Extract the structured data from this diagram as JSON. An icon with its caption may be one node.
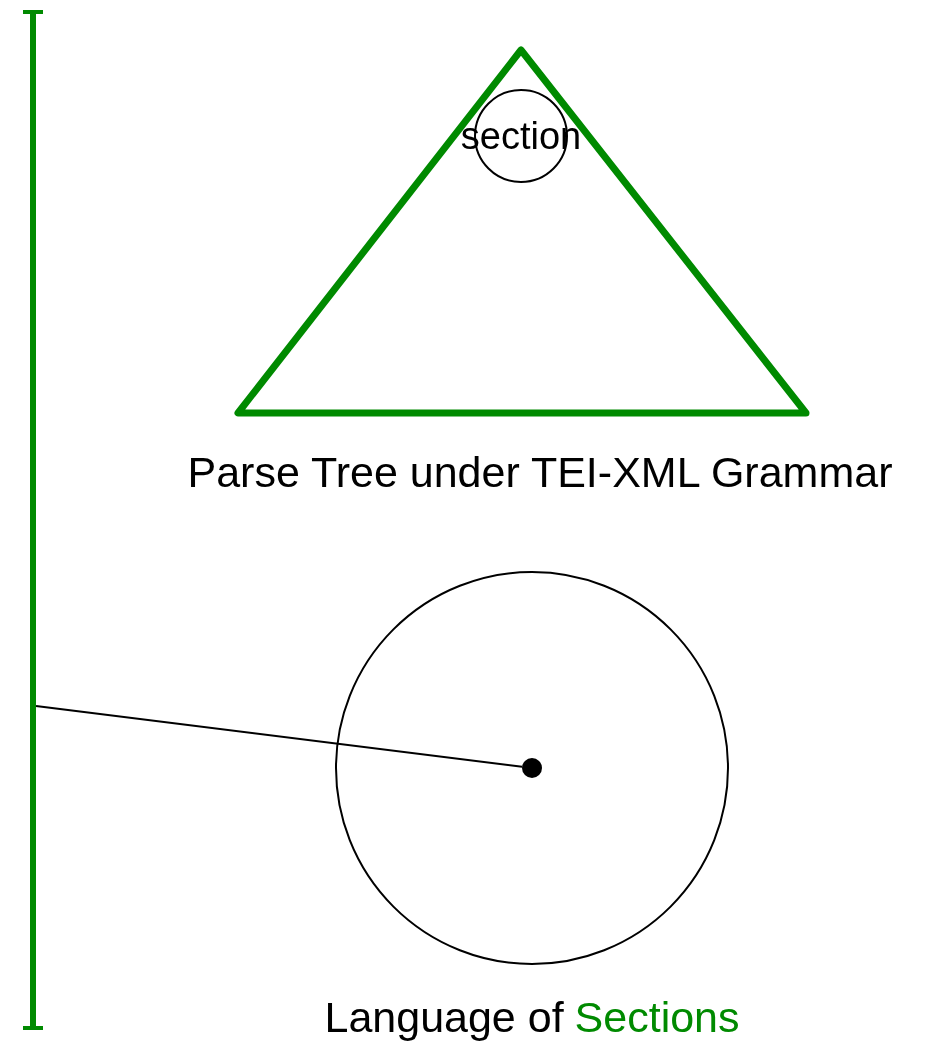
{
  "diagram": {
    "nodes": [
      {
        "text": [
          "Parse Tree under TEI-XML Grammar"
        ]
      },
      {
        "text": [
          "section"
        ],
        "in": 0
      },
      {
        "text": [
          "Language of",
          "Sections"
        ]
      },
      {
        "text": [],
        "shape": "circle",
        "in": 2
      },
      {
        "text": [],
        "shape": "bar"
      }
    ],
    "edges": [
      {
        "from": 4,
        "to": 3,
        "arrow": "none"
      }
    ]
  }
}
